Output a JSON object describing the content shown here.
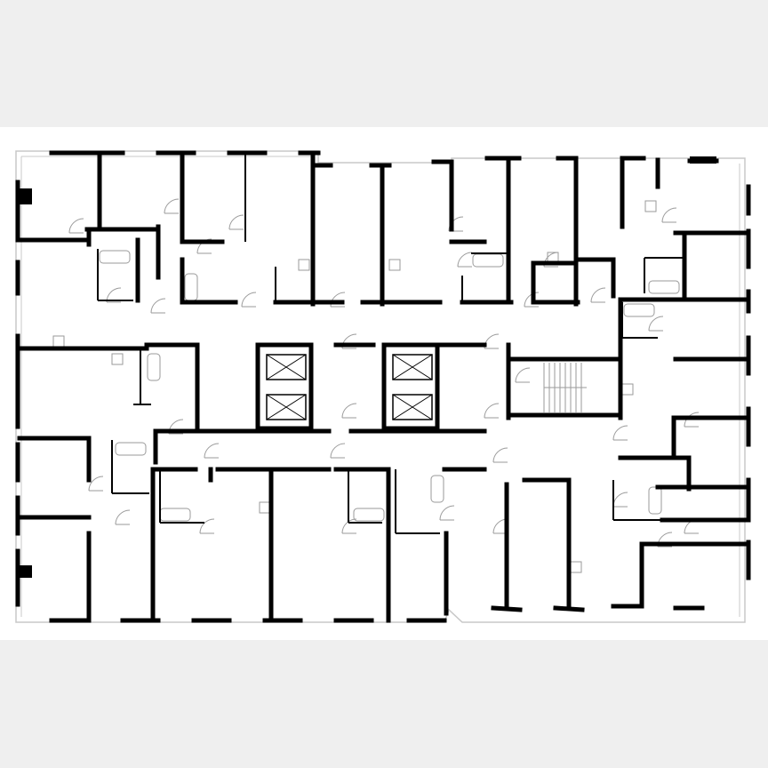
{
  "plan": {
    "type": "floor-plan",
    "colors": {
      "background": "#efefef",
      "sheet": "#ffffff",
      "wall": "#000000",
      "outline": "#c8c8c8",
      "fixture": "#9a9a9a"
    },
    "elements": [
      "exterior-walls",
      "interior-walls",
      "elevators",
      "stairwell",
      "bathrooms",
      "kitchens",
      "doors"
    ]
  }
}
